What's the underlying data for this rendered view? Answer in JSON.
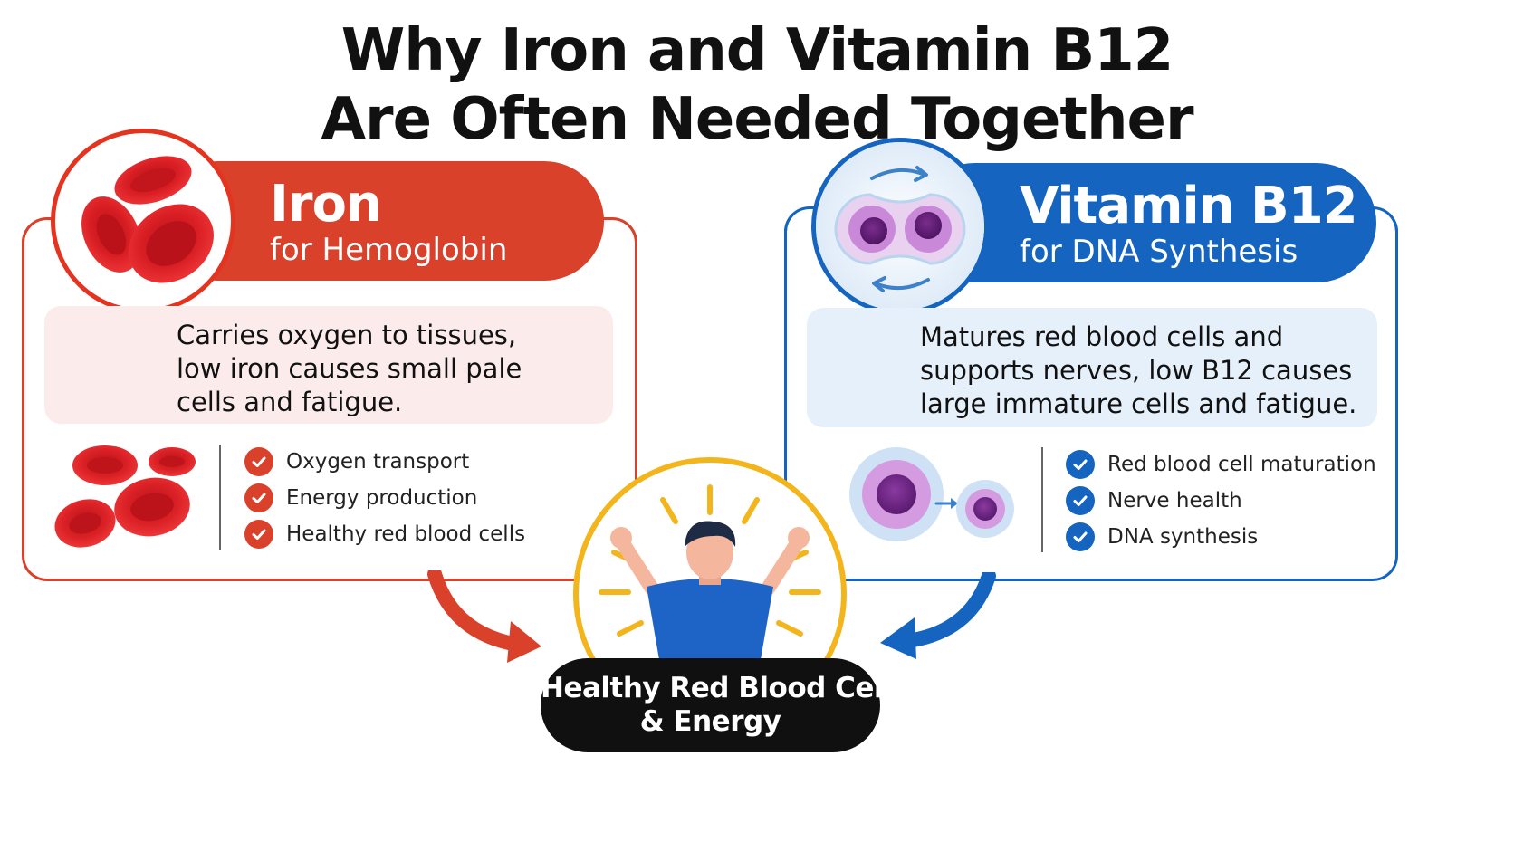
{
  "title": {
    "line1": "Why Iron and Vitamin B12",
    "line2": "Are Often Needed Together"
  },
  "iron": {
    "heading": "Iron",
    "subheading": "for Hemoglobin",
    "description": [
      "Carries oxygen to tissues,",
      "low iron causes small pale",
      "cells and fatigue."
    ],
    "benefits": [
      "Oxygen transport",
      "Energy production",
      "Healthy red blood cells"
    ],
    "badge_icon": "red-blood-cells-icon",
    "color": "#d9412b"
  },
  "b12": {
    "heading": "Vitamin B12",
    "subheading": "for DNA Synthesis",
    "description": [
      "Matures red blood cells and",
      "supports nerves, low B12 causes",
      "large immature cells and fatigue."
    ],
    "benefits": [
      "Red blood cell maturation",
      "Nerve health",
      "DNA synthesis"
    ],
    "badge_icon": "dividing-cell-icon",
    "color": "#1565c0"
  },
  "center": {
    "label_line1": "Healthy Red Blood Cells",
    "label_line2": "& Energy",
    "icon": "energetic-person-icon",
    "accent": "#f2b51c"
  }
}
